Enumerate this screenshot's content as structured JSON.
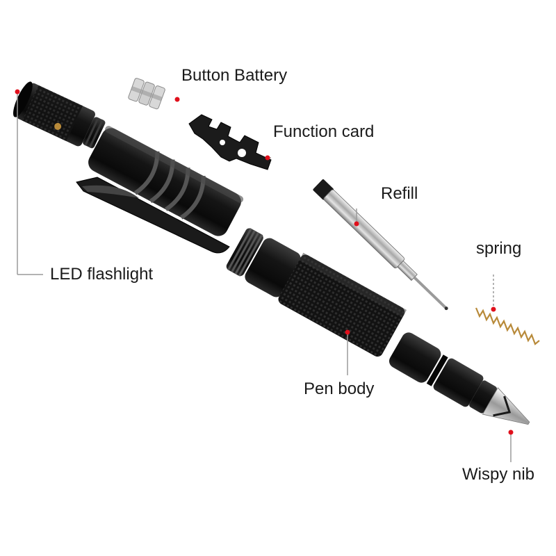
{
  "labels": {
    "button_battery": "Button Battery",
    "function_card": "Function card",
    "refill": "Refill",
    "spring": "spring",
    "led_flashlight": "LED flashlight",
    "pen_body": "Pen body",
    "wispy_nib": "Wispy nib"
  },
  "colors": {
    "marker": "#e0101c",
    "leader": "#9a9a9a",
    "label_text": "#1a1a1a",
    "metal_dark": "#141414",
    "chrome": "#c8c8c8",
    "brass": "#b88a3a"
  }
}
